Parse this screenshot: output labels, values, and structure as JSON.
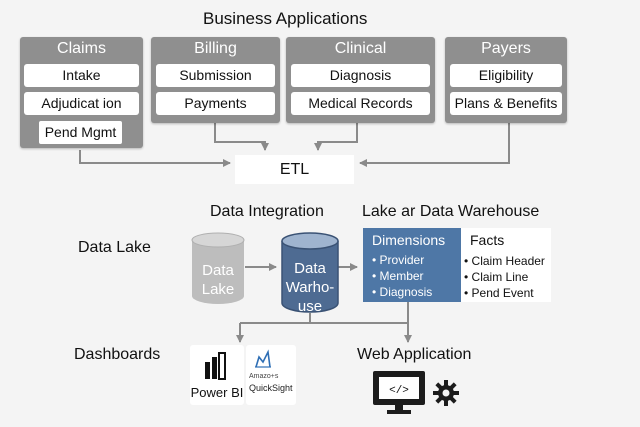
{
  "title": "Business Applications",
  "groups": [
    {
      "title": "Claims",
      "items": [
        "Intake",
        "Adjudicat ion",
        "Pend Mgmt"
      ]
    },
    {
      "title": "Billing",
      "items": [
        "Submission",
        "Payments"
      ]
    },
    {
      "title": "Clinical",
      "items": [
        "Diagnosis",
        "Medical Records"
      ]
    },
    {
      "title": "Payers",
      "items": [
        "Eligibility",
        "Plans & Benefits"
      ]
    }
  ],
  "etl_label": "ETL",
  "data_integration_label": "Data Integration",
  "lake_warehouse_label": "Lake ar Data Warehouse",
  "data_lake_label": "Data Lake",
  "lake_cylinder": {
    "line1": "Data",
    "line2": "Lake"
  },
  "warehouse_cylinder": {
    "line1": "Data",
    "line2": "Warho-",
    "line3": "use"
  },
  "dimensions": {
    "title": "Dimensions",
    "items": [
      "Provider",
      "Member",
      "Diagnosis"
    ]
  },
  "facts": {
    "title": "Facts",
    "items": [
      "Claim Header",
      "Claim Line",
      "Pend Event"
    ]
  },
  "dashboards_label": "Dashboards",
  "web_app_label": "Web Application",
  "powerbi": {
    "name": "Power BI"
  },
  "quicksight": {
    "small": "Amazo+s",
    "name": "QuickSight"
  },
  "colors": {
    "group": "#8f8f8f",
    "dimension": "#4e77a6",
    "lake": "#bdbdbd",
    "warehouse": "#4e6b92",
    "line": "#8a8a8a"
  }
}
